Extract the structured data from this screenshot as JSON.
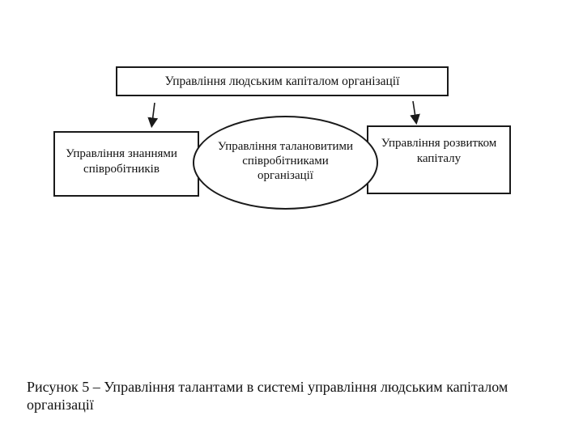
{
  "diagram": {
    "top_node": "Управління людським капіталом організації",
    "left_node": "Управління знаннями\nспівробітників",
    "center_node": "Управління талановитими\nспівробітниками\nорганізації",
    "right_node": "Управління розвитком\nкапіталу"
  },
  "caption": "Рисунок 5 – Управління талантами в системі управління людським капіталом організації"
}
